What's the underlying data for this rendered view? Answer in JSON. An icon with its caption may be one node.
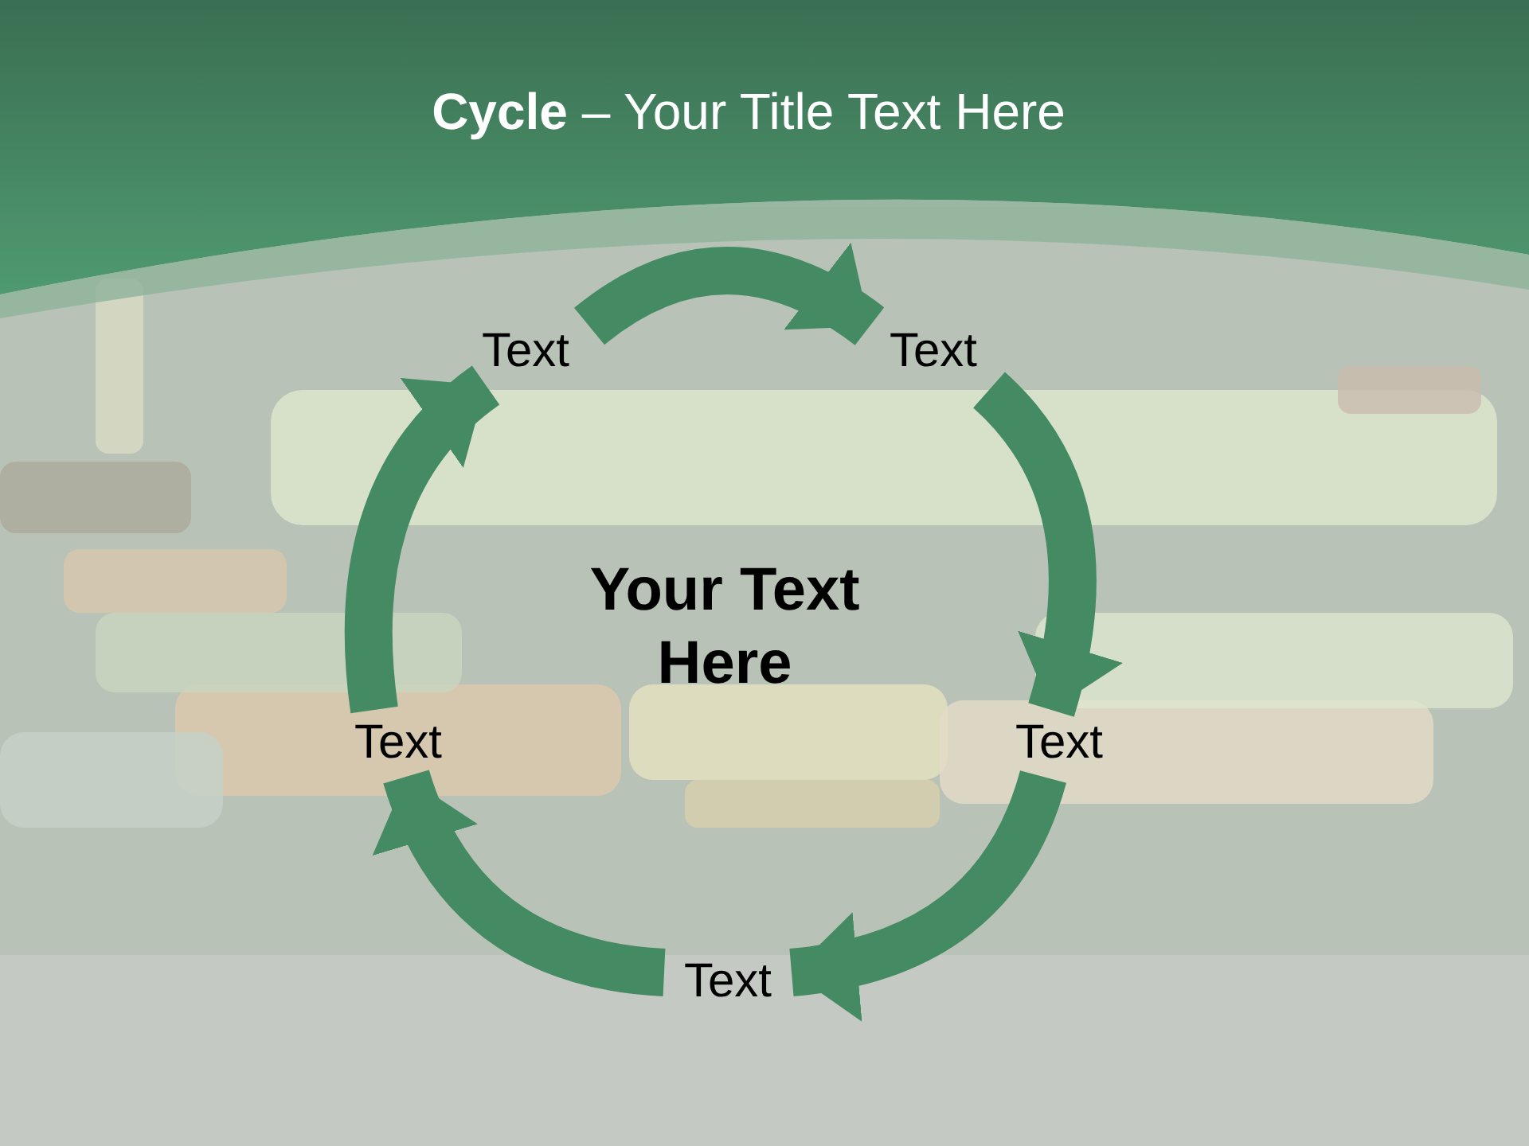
{
  "diagram": {
    "title": "**Cycle** – Your Title Text Here",
    "nodes": [
      {
        "text": [
          "Text"
        ]
      },
      {
        "text": [
          "Text"
        ]
      },
      {
        "text": [
          "Text"
        ]
      },
      {
        "text": [
          "Text"
        ]
      },
      {
        "text": [
          "Text"
        ]
      },
      {
        "text": [
          "Your Text Here"
        ]
      }
    ],
    "edges": [
      {
        "from": 0,
        "to": 1,
        "arrow": "to"
      },
      {
        "from": 1,
        "to": 2,
        "arrow": "to"
      },
      {
        "from": 2,
        "to": 3,
        "arrow": "to"
      },
      {
        "from": 3,
        "to": 4,
        "arrow": "to"
      },
      {
        "from": 4,
        "to": 0,
        "arrow": "to"
      }
    ]
  }
}
